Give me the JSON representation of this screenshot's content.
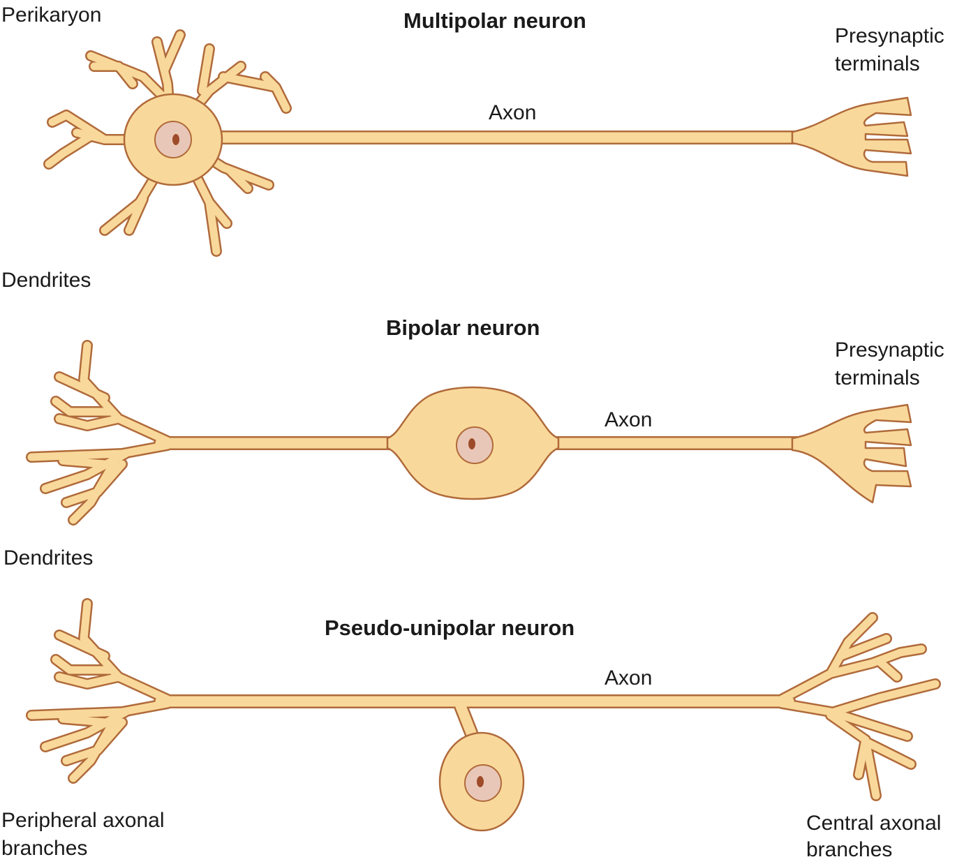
{
  "diagram": {
    "colors": {
      "cytoplasm": "#f9d99b",
      "membrane": "#b06a3a",
      "nucleus": "#e9c7b8",
      "nucleolus": "#9e4b2a"
    },
    "multipolar": {
      "title": "Multipolar neuron",
      "perikaryon": "Perikaryon",
      "dendrites": "Dendrites",
      "axon": "Axon",
      "terminals_line1": "Presynaptic",
      "terminals_line2": "terminals"
    },
    "bipolar": {
      "title": "Bipolar neuron",
      "dendrites": "Dendrites",
      "axon": "Axon",
      "terminals_line1": "Presynaptic",
      "terminals_line2": "terminals"
    },
    "pseudounipolar": {
      "title": "Pseudo-unipolar neuron",
      "axon": "Axon",
      "peripheral_line1": "Peripheral axonal",
      "peripheral_line2": "branches",
      "central_line1": "Central axonal",
      "central_line2": "branches"
    }
  }
}
